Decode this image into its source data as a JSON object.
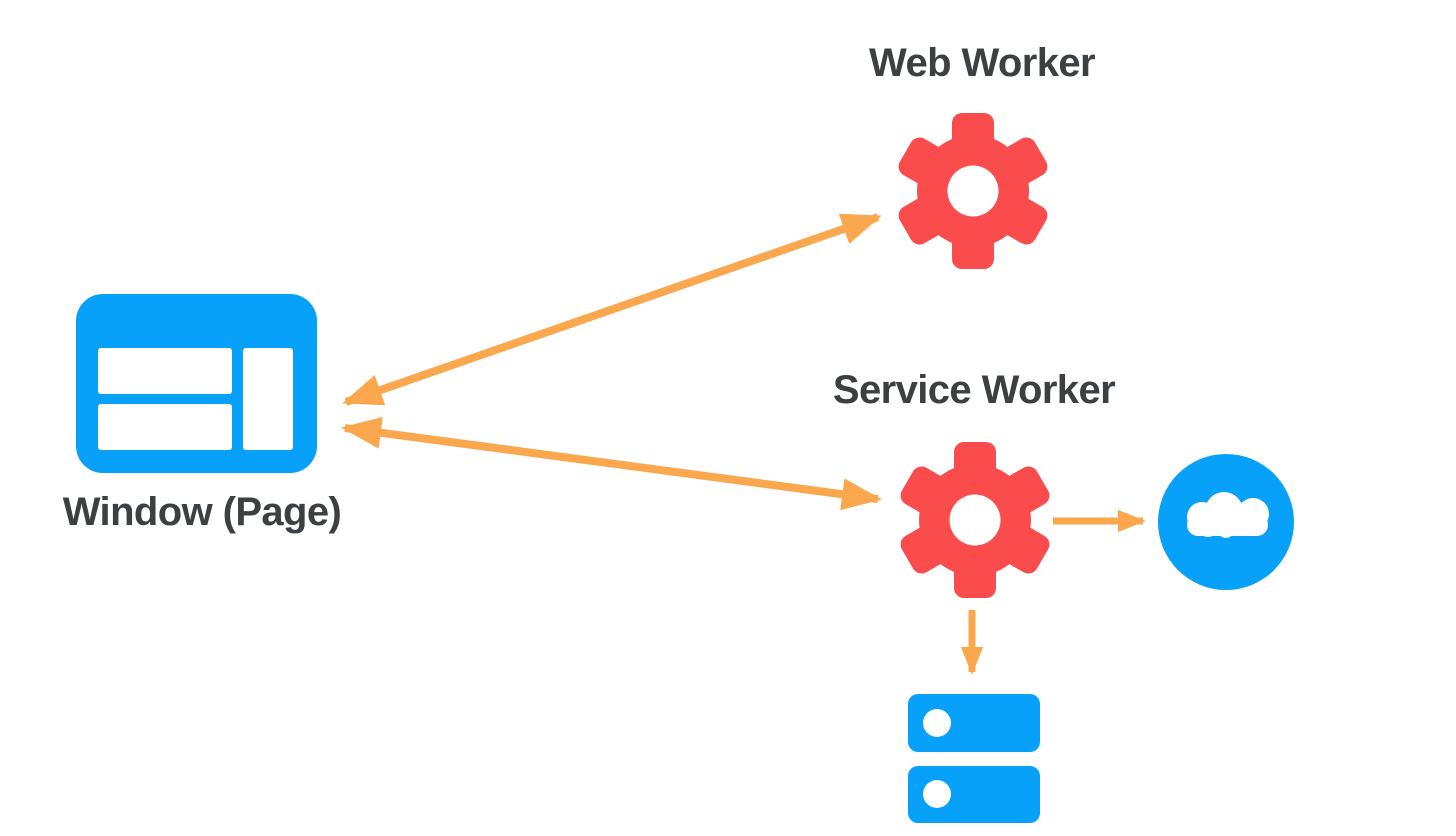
{
  "colors": {
    "icon_blue": "#07A1FA",
    "gear_red": "#FA4B4D",
    "arrow_orange": "#FAA74E",
    "label_text": "#3C4043",
    "background": "#FFFFFF"
  },
  "nodes": {
    "web_worker": {
      "label": "Web Worker",
      "icon": "gear-icon"
    },
    "service_worker": {
      "label": "Service Worker",
      "icon": "gear-icon"
    },
    "window_page": {
      "label": "Window (Page)",
      "icon": "browser-window-icon"
    },
    "network": {
      "icon": "cloud-icon"
    },
    "storage": {
      "icon": "database-stack-icon"
    }
  },
  "edges": [
    {
      "from": "window_page",
      "to": "web_worker",
      "direction": "bidirectional"
    },
    {
      "from": "window_page",
      "to": "service_worker",
      "direction": "bidirectional"
    },
    {
      "from": "service_worker",
      "to": "network",
      "direction": "one-way"
    },
    {
      "from": "service_worker",
      "to": "storage",
      "direction": "one-way"
    }
  ]
}
